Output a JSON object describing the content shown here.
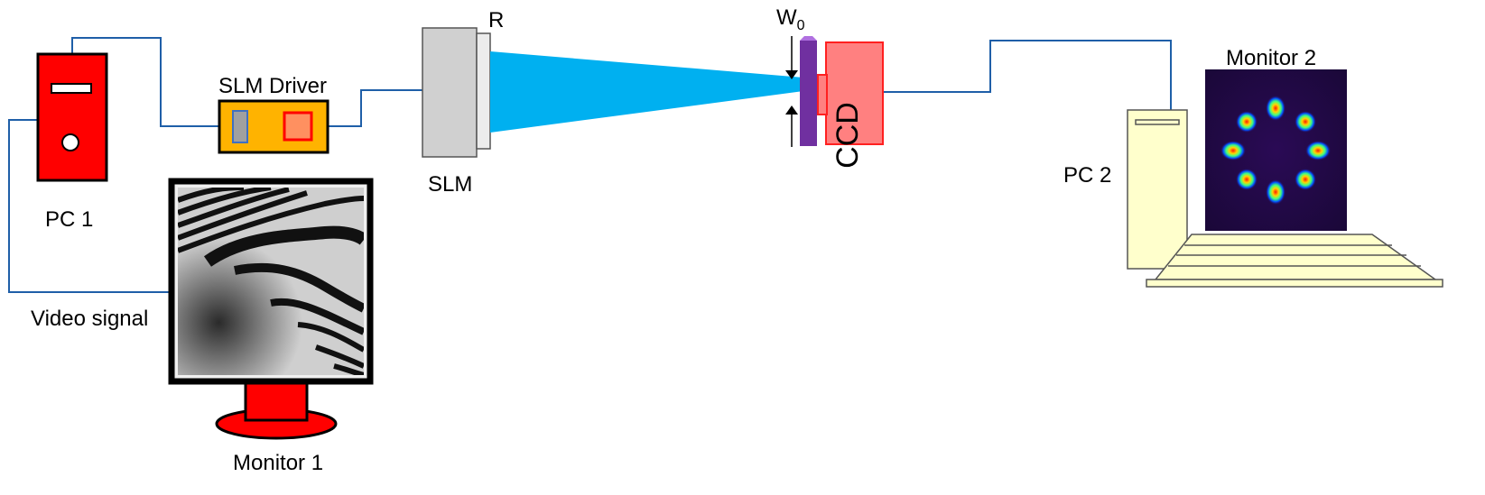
{
  "labels": {
    "pc1": "PC 1",
    "slm_driver": "SLM Driver",
    "slm": "SLM",
    "r": "R",
    "w0_main": "W",
    "w0_sub": "0",
    "ccd": "CCD",
    "pc2": "PC 2",
    "monitor1": "Monitor 1",
    "monitor2": "Monitor 2",
    "video_signal": "Video signal"
  },
  "colors": {
    "wire": "#1f5fa8",
    "pc1_body": "#ff0000",
    "slm_driver_body": "#ffb300",
    "beam": "#00b0f0",
    "slm_body": "#d0d0d0",
    "ccd_body": "#ff8080",
    "detector_plate": "#7030a0",
    "pc2_body": "#ffffcc",
    "monitor1_base": "#ff0000"
  }
}
